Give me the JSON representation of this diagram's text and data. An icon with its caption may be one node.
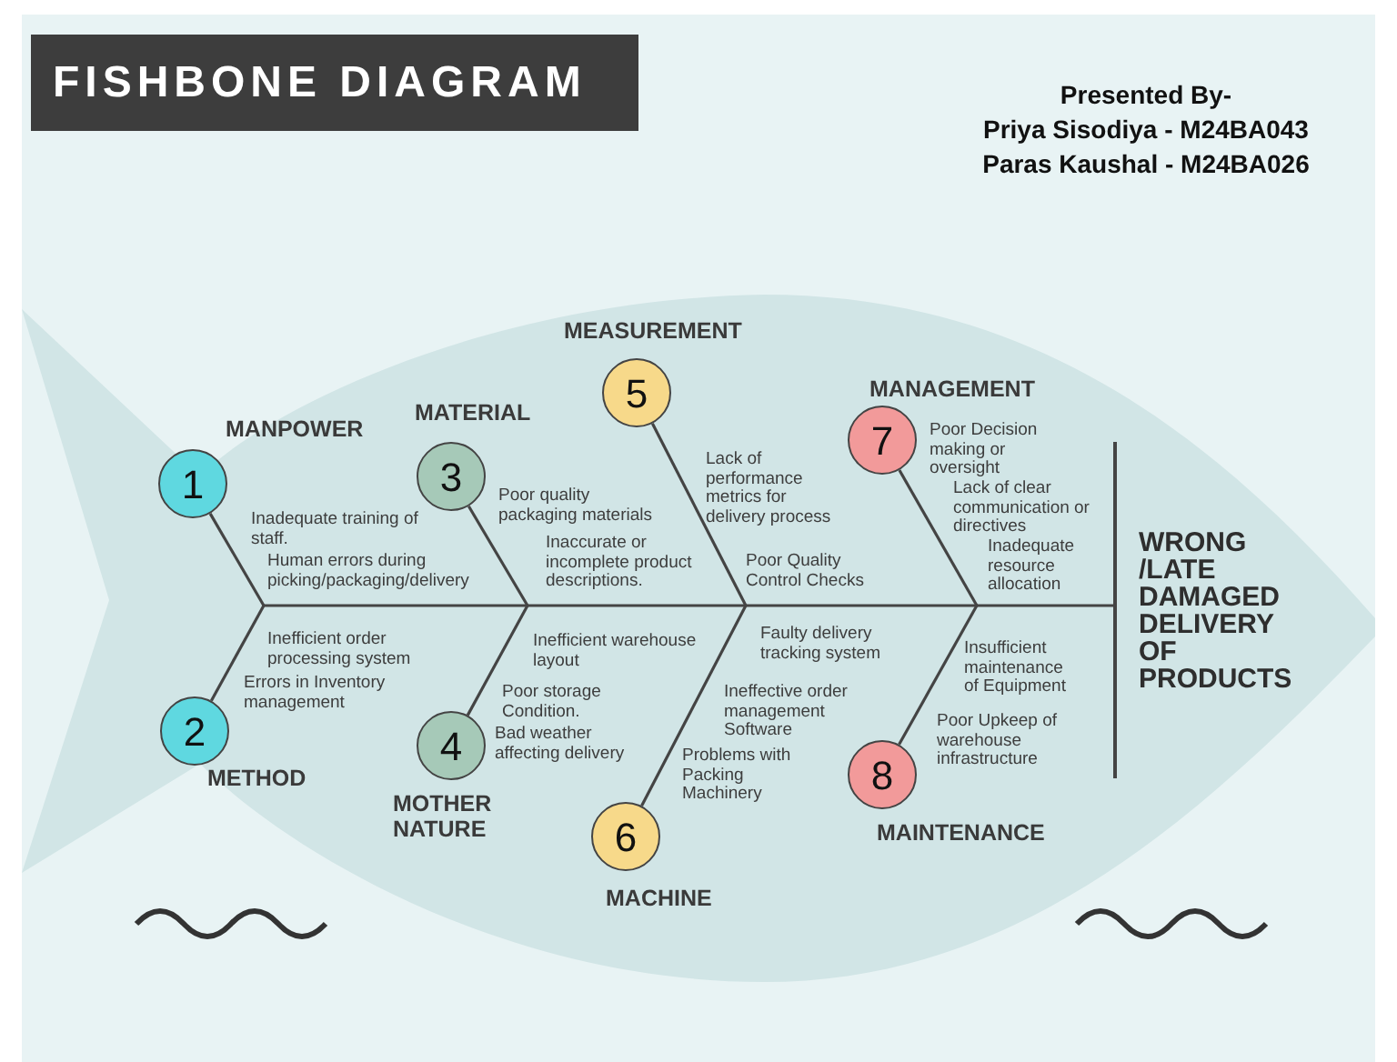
{
  "diagram": {
    "title": "FISHBONE DIAGRAM",
    "nodes": [
      {
        "text": [
          "1"
        ],
        "beside": [
          "MANPOWER"
        ]
      },
      {
        "text": [
          "2"
        ],
        "beside": [
          "METHOD"
        ]
      },
      {
        "text": [
          "3"
        ],
        "beside": [
          "MATERIAL"
        ]
      },
      {
        "text": [
          "4"
        ],
        "beside": [
          "MOTHER NATURE"
        ]
      },
      {
        "text": [
          "5"
        ],
        "beside": [
          "MEASUREMENT"
        ]
      },
      {
        "text": [
          "6"
        ],
        "beside": [
          "MACHINE"
        ]
      },
      {
        "text": [
          "7"
        ],
        "beside": [
          "MANAGEMENT"
        ]
      },
      {
        "text": [
          "8"
        ],
        "beside": [
          "MAINTENANCE"
        ]
      },
      {
        "text": [
          "WRONG /LATE DAMAGED DELIVERY OF PRODUCTS"
        ]
      }
    ],
    "edges": [
      {
        "from": 0,
        "to": null,
        "arrow": "none"
      },
      {
        "from": 1,
        "to": null,
        "arrow": "none"
      },
      {
        "from": 2,
        "to": null,
        "arrow": "none"
      },
      {
        "from": 3,
        "to": null,
        "arrow": "none"
      },
      {
        "from": 4,
        "to": null,
        "arrow": "none"
      },
      {
        "from": 5,
        "to": null,
        "arrow": "none"
      },
      {
        "from": 6,
        "to": null,
        "arrow": "none"
      },
      {
        "from": 7,
        "to": null,
        "arrow": "none"
      },
      {
        "from": null,
        "to": 8,
        "arrow": "none"
      }
    ],
    "labels": [
      "Presented By-",
      "Priya Sisodiya - M24BA043",
      "Paras Kaushal - M24BA026",
      "Inadequate training of staff.",
      "Human errors during picking/packaging/delivery",
      "Poor quality packaging materials",
      "Inaccurate or incomplete product descriptions.",
      "Lack of performance metrics for delivery process",
      "Poor Quality Control Checks",
      "Poor Decision making or oversight",
      "Lack of clear communication or directives",
      "Inadequate resource allocation",
      "Inefficient order processing system",
      "Errors in Inventory management",
      "Inefficient warehouse layout",
      "Poor storage Condition.",
      "Bad weather affecting delivery",
      "Faulty delivery tracking system",
      "Ineffective order management Software",
      "Problems with Packing Machinery",
      "Insufficient maintenance of Equipment",
      "Poor Upkeep of warehouse infrastructure"
    ]
  }
}
